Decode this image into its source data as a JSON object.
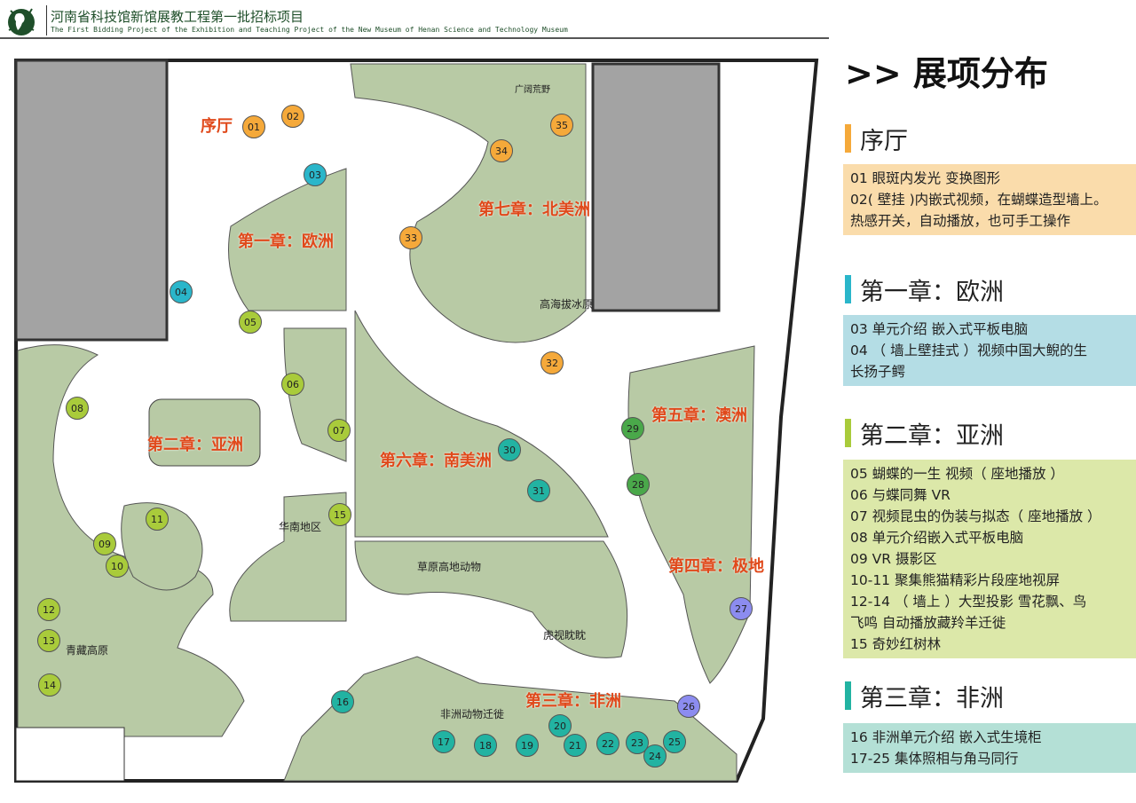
{
  "header": {
    "title_cn": "河南省科技馆新馆展教工程第一批招标项目",
    "title_en": "The First Bidding Project of the Exhibition and Teaching Project of the New Museum of Henan Science and Technology Museum"
  },
  "colors": {
    "orange": "#f5a93a",
    "cyan": "#2ab6ca",
    "lime": "#a9cb3b",
    "teal": "#22b3a2",
    "periwinkle": "#8c8cf0",
    "green": "#4aa84a",
    "orange_bg": "#fadcab",
    "cyan_bg": "#b4dde5",
    "lime_bg": "#dce8a9",
    "teal_bg": "#b4e0d6",
    "map_green": "#b8caa5",
    "chapter_label": "#e0491b"
  },
  "map": {
    "chapter_labels": [
      "序厅",
      "第一章：欧洲",
      "第二章：亚洲",
      "第六章：南美洲",
      "第七章：北美洲",
      "第五章：澳洲",
      "第四章：极地",
      "第三章：非洲"
    ],
    "region_labels": [
      "高海拔冰原",
      "华南地区",
      "草原高地动物",
      "虎视眈眈",
      "青藏高原",
      "非洲动物迁徙",
      "广阔荒野"
    ],
    "markers": [
      {
        "n": "01",
        "c": "orange"
      },
      {
        "n": "02",
        "c": "orange"
      },
      {
        "n": "03",
        "c": "cyan"
      },
      {
        "n": "04",
        "c": "cyan"
      },
      {
        "n": "05",
        "c": "lime"
      },
      {
        "n": "06",
        "c": "lime"
      },
      {
        "n": "07",
        "c": "lime"
      },
      {
        "n": "08",
        "c": "lime"
      },
      {
        "n": "09",
        "c": "lime"
      },
      {
        "n": "10",
        "c": "lime"
      },
      {
        "n": "11",
        "c": "lime"
      },
      {
        "n": "12",
        "c": "lime"
      },
      {
        "n": "13",
        "c": "lime"
      },
      {
        "n": "14",
        "c": "lime"
      },
      {
        "n": "15",
        "c": "lime"
      },
      {
        "n": "16",
        "c": "teal"
      },
      {
        "n": "17",
        "c": "teal"
      },
      {
        "n": "18",
        "c": "teal"
      },
      {
        "n": "19",
        "c": "teal"
      },
      {
        "n": "20",
        "c": "teal"
      },
      {
        "n": "21",
        "c": "teal"
      },
      {
        "n": "22",
        "c": "teal"
      },
      {
        "n": "23",
        "c": "teal"
      },
      {
        "n": "24",
        "c": "teal"
      },
      {
        "n": "25",
        "c": "teal"
      },
      {
        "n": "26",
        "c": "periwinkle"
      },
      {
        "n": "27",
        "c": "periwinkle"
      },
      {
        "n": "28",
        "c": "green"
      },
      {
        "n": "29",
        "c": "green"
      },
      {
        "n": "30",
        "c": "teal"
      },
      {
        "n": "31",
        "c": "teal"
      },
      {
        "n": "32",
        "c": "orange"
      },
      {
        "n": "33",
        "c": "orange"
      },
      {
        "n": "34",
        "c": "orange"
      },
      {
        "n": "35",
        "c": "orange"
      }
    ]
  },
  "panel": {
    "title": ">> 展项分布",
    "sections": [
      {
        "heading": "序厅",
        "color": "#f5a93a",
        "bg": "#fadcab",
        "lines": [
          "01  眼斑内发光   变换图形",
          "02( 壁挂 )内嵌式视频，在蝴蝶造型墙上。",
          "热感开关，自动播放，也可手工操作"
        ]
      },
      {
        "heading": "第一章：欧洲",
        "color": "#2ab6ca",
        "bg": "#b4dde5",
        "lines": [
          "03 单元介绍 嵌入式平板电脑",
          "04  （ 墙上壁挂式 ）视频中国大鲵的生",
          "长扬子鳄"
        ]
      },
      {
        "heading": "第二章：亚洲",
        "color": "#a9cb3b",
        "bg": "#dce8a9",
        "lines": [
          "05 蝴蝶的一生   视频（ 座地播放 ）",
          "06 与蝶同舞 VR",
          "07 视频昆虫的伪装与拟态（ 座地播放 ）",
          "08 单元介绍嵌入式平板电脑",
          "09 VR 摄影区",
          "10-11  聚集熊猫精彩片段座地视屏",
          "12-14  （ 墙上 ）大型投影  雪花飘、鸟",
          "飞鸣  自动播放藏羚羊迁徙",
          "15 奇妙红树林"
        ]
      },
      {
        "heading": "第三章：非洲",
        "color": "#22b3a2",
        "bg": "#b4e0d6",
        "lines": [
          "16 非洲单元介绍 嵌入式生境柜",
          "17-25 集体照相与角马同行"
        ]
      }
    ]
  }
}
